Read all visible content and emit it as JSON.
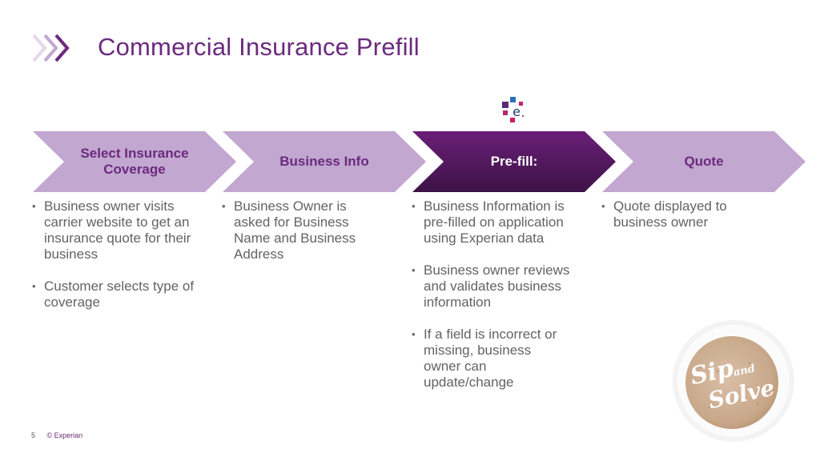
{
  "header": {
    "title": "Commercial Insurance Prefill",
    "logo_icon": "triple-chevron-icon"
  },
  "brand": {
    "mark_icon": "experian-e-icon",
    "colors": {
      "primary_purple": "#6b2a7e",
      "light_purple": "#c2a7d0",
      "dark_purple_top": "#6a1f78",
      "dark_purple_bottom": "#3d1346",
      "body_text": "#636363"
    }
  },
  "process": {
    "steps": [
      {
        "label": "Select Insurance Coverage",
        "label_line1": "Select Insurance",
        "label_line2": "Coverage",
        "active": false,
        "bullets": [
          "Business owner visits carrier website to get an insurance quote for their business",
          "Customer selects type of coverage"
        ]
      },
      {
        "label": "Business Info",
        "active": false,
        "bullets": [
          "Business Owner is asked for Business Name and Business Address"
        ]
      },
      {
        "label": "Pre-fill:",
        "active": true,
        "bullets": [
          "Business Information is pre-filled on application using Experian data",
          "Business owner reviews and validates business information",
          "If a field is incorrect or missing, business owner can update/change"
        ]
      },
      {
        "label": "Quote",
        "active": false,
        "bullets": [
          "Quote displayed to business owner"
        ]
      }
    ]
  },
  "decoration": {
    "cup_text_1": "Sip",
    "cup_text_2": "and",
    "cup_text_3": "Solve"
  },
  "footer": {
    "page_number": "5",
    "copyright": "© Experian"
  }
}
